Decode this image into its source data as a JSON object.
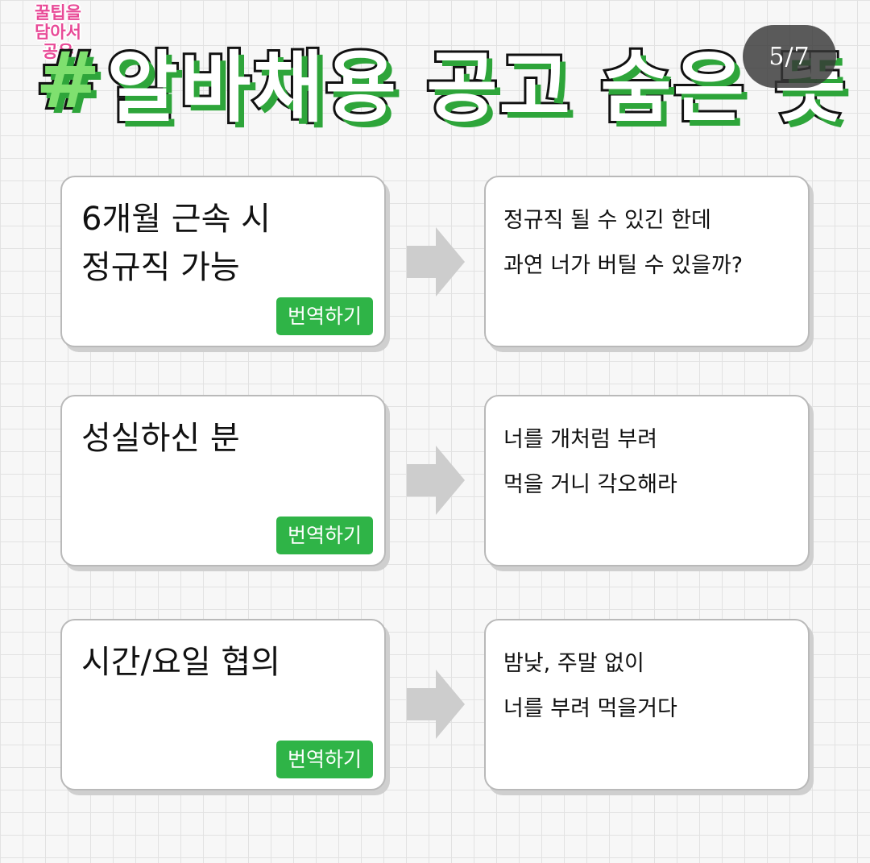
{
  "stamp": {
    "lines": [
      "꿀팁을",
      "담아서",
      "공유"
    ]
  },
  "header": {
    "hash": "#",
    "title": "알바채용 공고 숨은 뜻",
    "page_indicator": "5/7"
  },
  "colors": {
    "accent_green": "#2fb447",
    "title_hash_green": "#7fe06f",
    "title_shadow_green": "#2ea53a",
    "stamp_pink": "#e84a97",
    "arrow_gray": "#cdcdcd"
  },
  "rows": [
    {
      "posting_lines": [
        "6개월 근속 시",
        "정규직 가능"
      ],
      "button_label": "번역하기",
      "meaning_lines": [
        "정규직 될 수 있긴 한데",
        "과연 너가 버틸 수 있을까?"
      ]
    },
    {
      "posting_lines": [
        "성실하신 분"
      ],
      "button_label": "번역하기",
      "meaning_lines": [
        "너를 개처럼 부려",
        "먹을 거니 각오해라"
      ]
    },
    {
      "posting_lines": [
        "시간/요일 협의"
      ],
      "button_label": "번역하기",
      "meaning_lines": [
        "밤낮, 주말 없이",
        "너를 부려 먹을거다"
      ]
    }
  ],
  "icons": {
    "arrow": "right-arrow-icon"
  }
}
